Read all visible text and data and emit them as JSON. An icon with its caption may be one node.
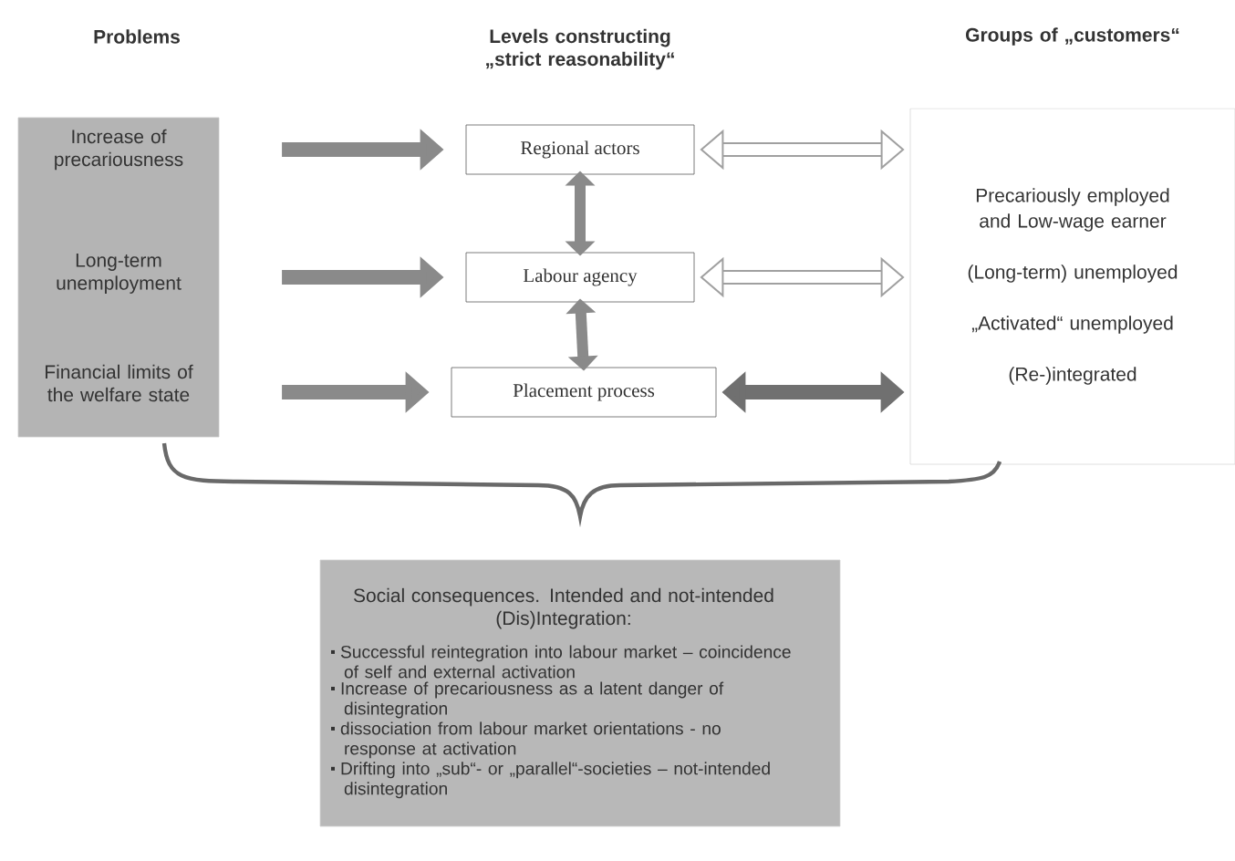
{
  "diagram": {
    "nodes": [
      {
        "text": [],
        "shape": "box"
      },
      {
        "text": [
          "Increase of precariousness"
        ],
        "in": 0
      },
      {
        "text": [
          "Long-term unemployment"
        ],
        "in": 0
      },
      {
        "text": [
          "Financial limits of the welfare state"
        ],
        "in": 0
      },
      {
        "text": [
          "Regional actors"
        ]
      },
      {
        "text": [
          "Labour agency"
        ]
      },
      {
        "text": [
          "Placement process"
        ]
      },
      {
        "text": [
          "Precariously employed and Low-wage earner",
          "(Long-term) unemployed",
          "„Activated“ unemployed",
          "(Re-)integrated"
        ]
      },
      {
        "text": [
          "Social consequences. Intended and not-intended (Dis)Integration:",
          "Successful reintegration into labour market – coincidence of self and external activation",
          "Increase of precariousness as a latent danger of disintegration",
          "dissociation from labour market orientations - no response at activation",
          "Drifting into „sub“- or „parallel“-societies – not-intended disintegration"
        ]
      }
    ],
    "edges": [
      {
        "from": 1,
        "to": 4,
        "arrow": "to",
        "color": "#8a8a8a"
      },
      {
        "from": 2,
        "to": 5,
        "arrow": "to",
        "color": "#8a8a8a"
      },
      {
        "from": 3,
        "to": 6,
        "arrow": "to",
        "color": "#8a8a8a"
      },
      {
        "from": 4,
        "to": 5,
        "arrow": "both",
        "color": "#8a8a8a"
      },
      {
        "from": 5,
        "to": 6,
        "arrow": "both",
        "color": "#8a8a8a"
      },
      {
        "from": 4,
        "to": 7,
        "arrow": "both",
        "color": "#a0a0a0"
      },
      {
        "from": 5,
        "to": 7,
        "arrow": "both",
        "color": "#a0a0a0"
      },
      {
        "from": 6,
        "to": 7,
        "arrow": "both",
        "color": "#707070"
      }
    ],
    "labels": [
      "Problems",
      "Levels constructing „strict reasonability“",
      "Groups of „customers“"
    ]
  }
}
